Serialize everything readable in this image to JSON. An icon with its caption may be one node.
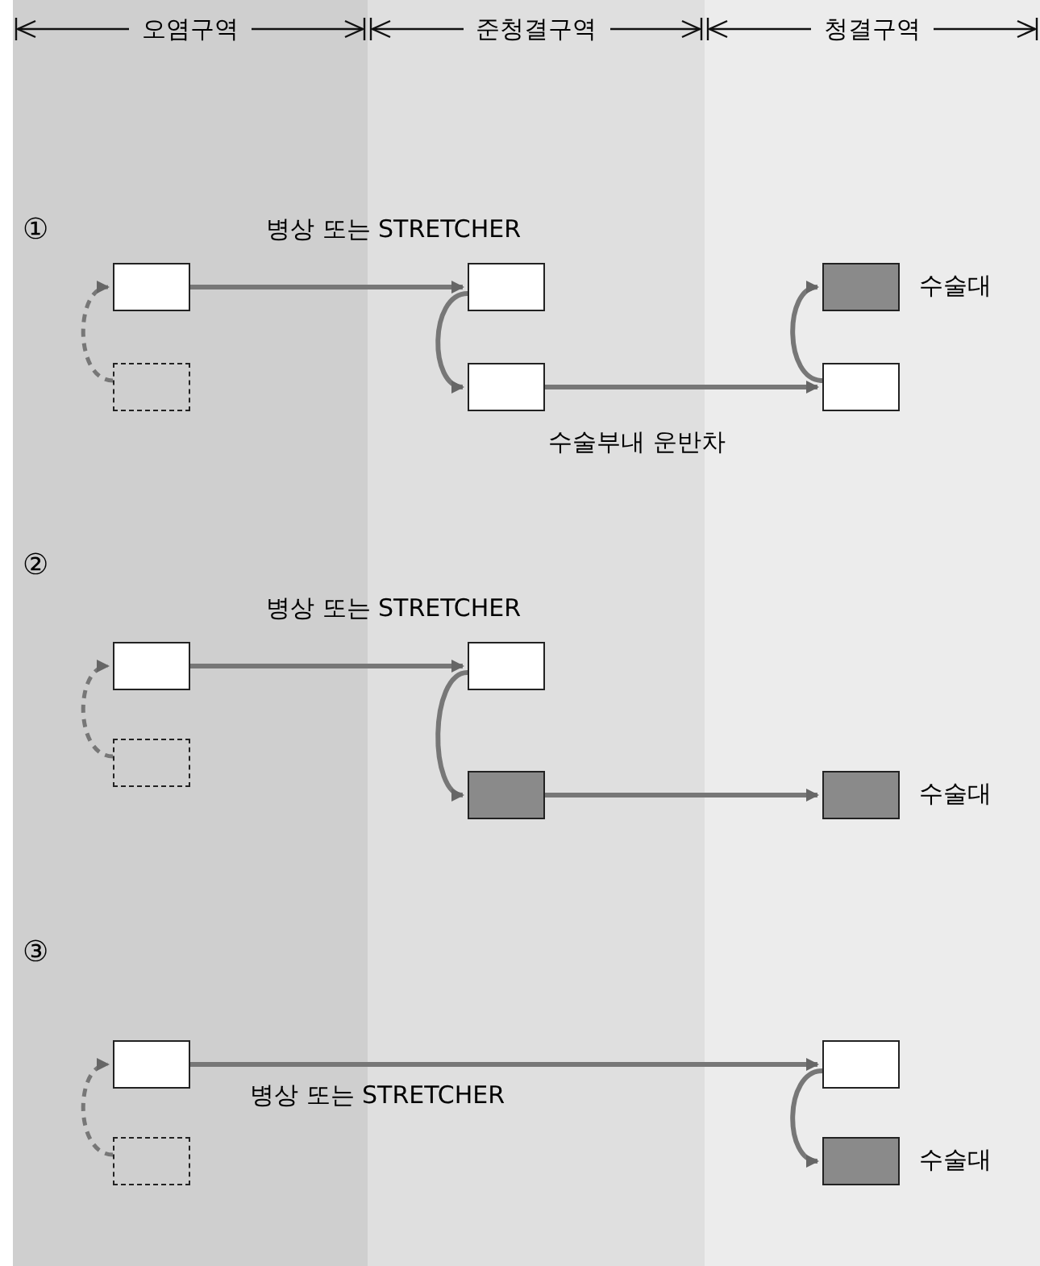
{
  "diagram": {
    "nodes": [
      {
        "text": [
          "오염구역"
        ]
      },
      {
        "text": [
          "준청결구역"
        ]
      },
      {
        "text": [
          "청결구역"
        ]
      },
      {
        "text": [],
        "shape": "box",
        "in": 0
      },
      {
        "text": [],
        "shape": "box",
        "in": 0
      },
      {
        "text": [],
        "shape": "box",
        "in": 1
      },
      {
        "text": [],
        "shape": "box",
        "in": 1
      },
      {
        "text": [],
        "shape": "box",
        "in": 2,
        "beside": [
          "수술대"
        ]
      },
      {
        "text": [],
        "shape": "box",
        "in": 2
      },
      {
        "text": [],
        "shape": "box",
        "in": 0
      },
      {
        "text": [],
        "shape": "box",
        "in": 0
      },
      {
        "text": [],
        "shape": "box",
        "in": 1
      },
      {
        "text": [],
        "shape": "box",
        "in": 1
      },
      {
        "text": [],
        "shape": "box",
        "in": 2,
        "beside": [
          "수술대"
        ]
      },
      {
        "text": [],
        "shape": "box",
        "in": 0
      },
      {
        "text": [],
        "shape": "box",
        "in": 0
      },
      {
        "text": [],
        "shape": "box",
        "in": 2
      },
      {
        "text": [],
        "shape": "box",
        "in": 2,
        "beside": [
          "수술대"
        ]
      }
    ],
    "edges": [
      {
        "from": 4,
        "to": 3,
        "arrow": "to",
        "style": "dashed"
      },
      {
        "from": 3,
        "to": 5,
        "arrow": "to",
        "label": "병상 또는 STRETCHER"
      },
      {
        "from": 5,
        "to": 6,
        "arrow": "to"
      },
      {
        "from": 6,
        "to": 8,
        "arrow": "to",
        "label": "수술부내 운반차"
      },
      {
        "from": 8,
        "to": 7,
        "arrow": "to"
      },
      {
        "from": 10,
        "to": 9,
        "arrow": "to",
        "style": "dashed"
      },
      {
        "from": 9,
        "to": 11,
        "arrow": "to",
        "label": "병상 또는 STRETCHER"
      },
      {
        "from": 11,
        "to": 12,
        "arrow": "to"
      },
      {
        "from": 12,
        "to": 13,
        "arrow": "to"
      },
      {
        "from": 15,
        "to": 14,
        "arrow": "to",
        "style": "dashed"
      },
      {
        "from": 14,
        "to": 16,
        "arrow": "to",
        "label": "병상 또는 STRETCHER"
      },
      {
        "from": 16,
        "to": 17,
        "arrow": "to"
      }
    ],
    "labels": [
      "①",
      "②",
      "③"
    ]
  }
}
